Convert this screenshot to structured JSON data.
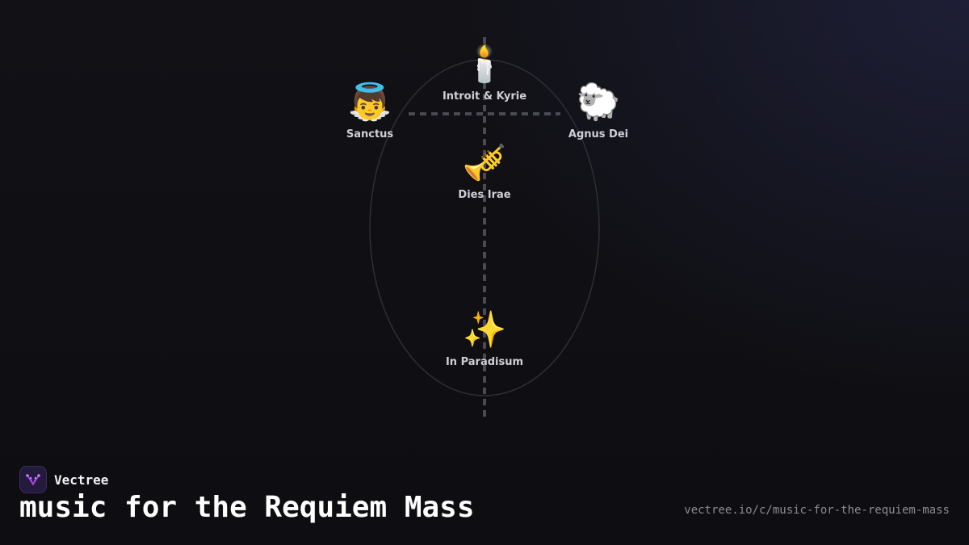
{
  "diagram": {
    "nodes": [
      {
        "id": "introit",
        "label": "Introit & Kyrie",
        "icon": "candle-icon",
        "glyph": "🕯️"
      },
      {
        "id": "sanctus",
        "label": "Sanctus",
        "icon": "angel-icon",
        "glyph": "👼"
      },
      {
        "id": "agnus",
        "label": "Agnus Dei",
        "icon": "sheep-icon",
        "glyph": "🐑"
      },
      {
        "id": "dies",
        "label": "Dies Irae",
        "icon": "trumpet-icon",
        "glyph": "🎺"
      },
      {
        "id": "paradisum",
        "label": "In Paradisum",
        "icon": "sparkles-icon",
        "glyph": "✨"
      }
    ]
  },
  "brand": {
    "name": "Vectree",
    "logo_icon": "vectree-logo-icon",
    "logo_color": "#a64be0"
  },
  "page": {
    "title": "music for the Requiem Mass",
    "url": "vectree.io/c/music-for-the-requiem-mass"
  },
  "colors": {
    "background": "#0f0f13",
    "line": "#4a4a52",
    "label": "#cfd0d6",
    "title": "#ffffff",
    "url": "#8a8b92"
  }
}
